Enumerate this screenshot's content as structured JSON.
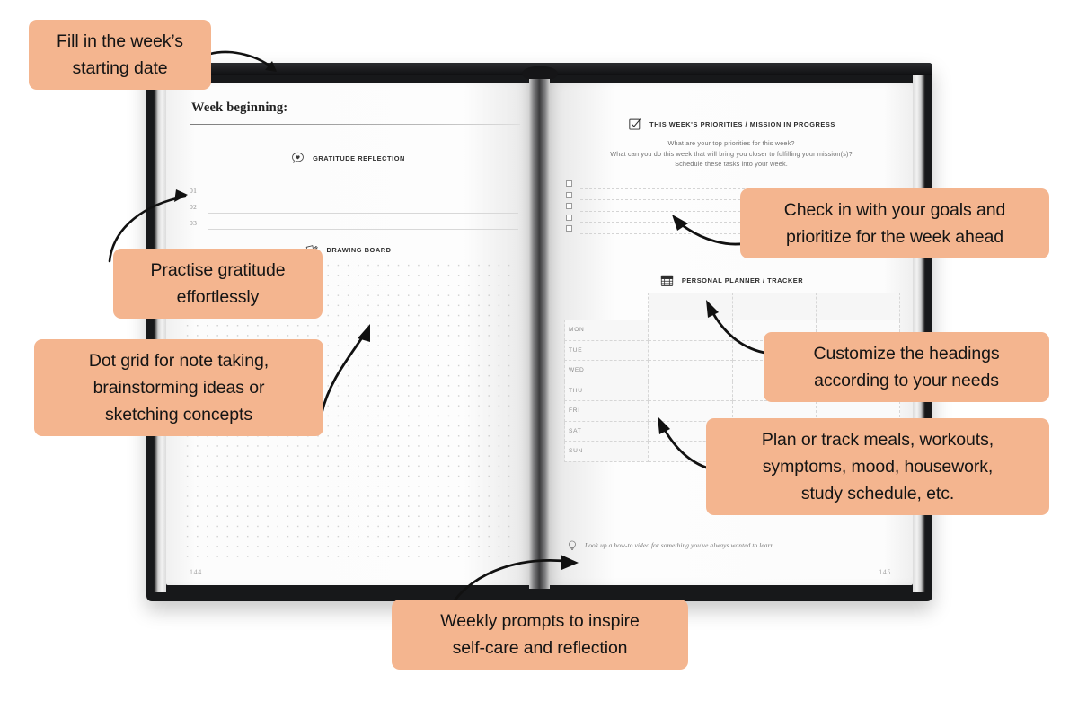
{
  "image": {
    "kind": "product-feature-annotated-photo",
    "subject": "open hardcover weekly planner notebook",
    "callout_color": "#f4b58f",
    "background_color": "#ffffff"
  },
  "notebook": {
    "left_page": {
      "week_beginning_label": "Week beginning:",
      "gratitude": {
        "icon": "heart-speech-bubble-icon",
        "title": "GRATITUDE REFLECTION",
        "numbers": [
          "01",
          "02",
          "03"
        ]
      },
      "drawing_board": {
        "icon": "pencil-paper-icon",
        "title": "DRAWING BOARD"
      },
      "page_number": "144"
    },
    "right_page": {
      "priorities": {
        "icon": "checkbox-tick-icon",
        "title": "THIS WEEK'S PRIORITIES / MISSION IN PROGRESS",
        "prompt_lines": [
          "What are your top priorities for this week?",
          "What can you do this week that will bring you closer to fulfilling your mission(s)?",
          "Schedule these tasks into your week."
        ],
        "checkbox_count": 5
      },
      "tracker": {
        "icon": "calendar-grid-icon",
        "title": "PERSONAL PLANNER / TRACKER",
        "days": [
          "MON",
          "TUE",
          "WED",
          "THU",
          "FRI",
          "SAT",
          "SUN"
        ],
        "column_count": 3,
        "header_row_blank": true
      },
      "tip": {
        "icon": "lightbulb-icon",
        "text": "Look up a how-to video for something you've always wanted to learn."
      },
      "page_number": "145"
    }
  },
  "callouts": [
    {
      "id": "c1",
      "lines": [
        "Fill in the week’s",
        "starting date"
      ]
    },
    {
      "id": "c2",
      "lines": [
        "Practise gratitude",
        "effortlessly"
      ]
    },
    {
      "id": "c3",
      "lines": [
        "Dot grid for note taking,",
        "brainstorming ideas or",
        "sketching concepts"
      ]
    },
    {
      "id": "c4",
      "lines": [
        "Check in with your goals and",
        "prioritize for the week ahead"
      ]
    },
    {
      "id": "c5",
      "lines": [
        "Customize the headings",
        "according to your needs"
      ]
    },
    {
      "id": "c6",
      "lines": [
        "Plan or track meals, workouts,",
        "symptoms, mood, housework,",
        "study schedule, etc."
      ]
    },
    {
      "id": "c7",
      "lines": [
        "Weekly prompts to inspire",
        "self-care and reflection"
      ]
    }
  ]
}
